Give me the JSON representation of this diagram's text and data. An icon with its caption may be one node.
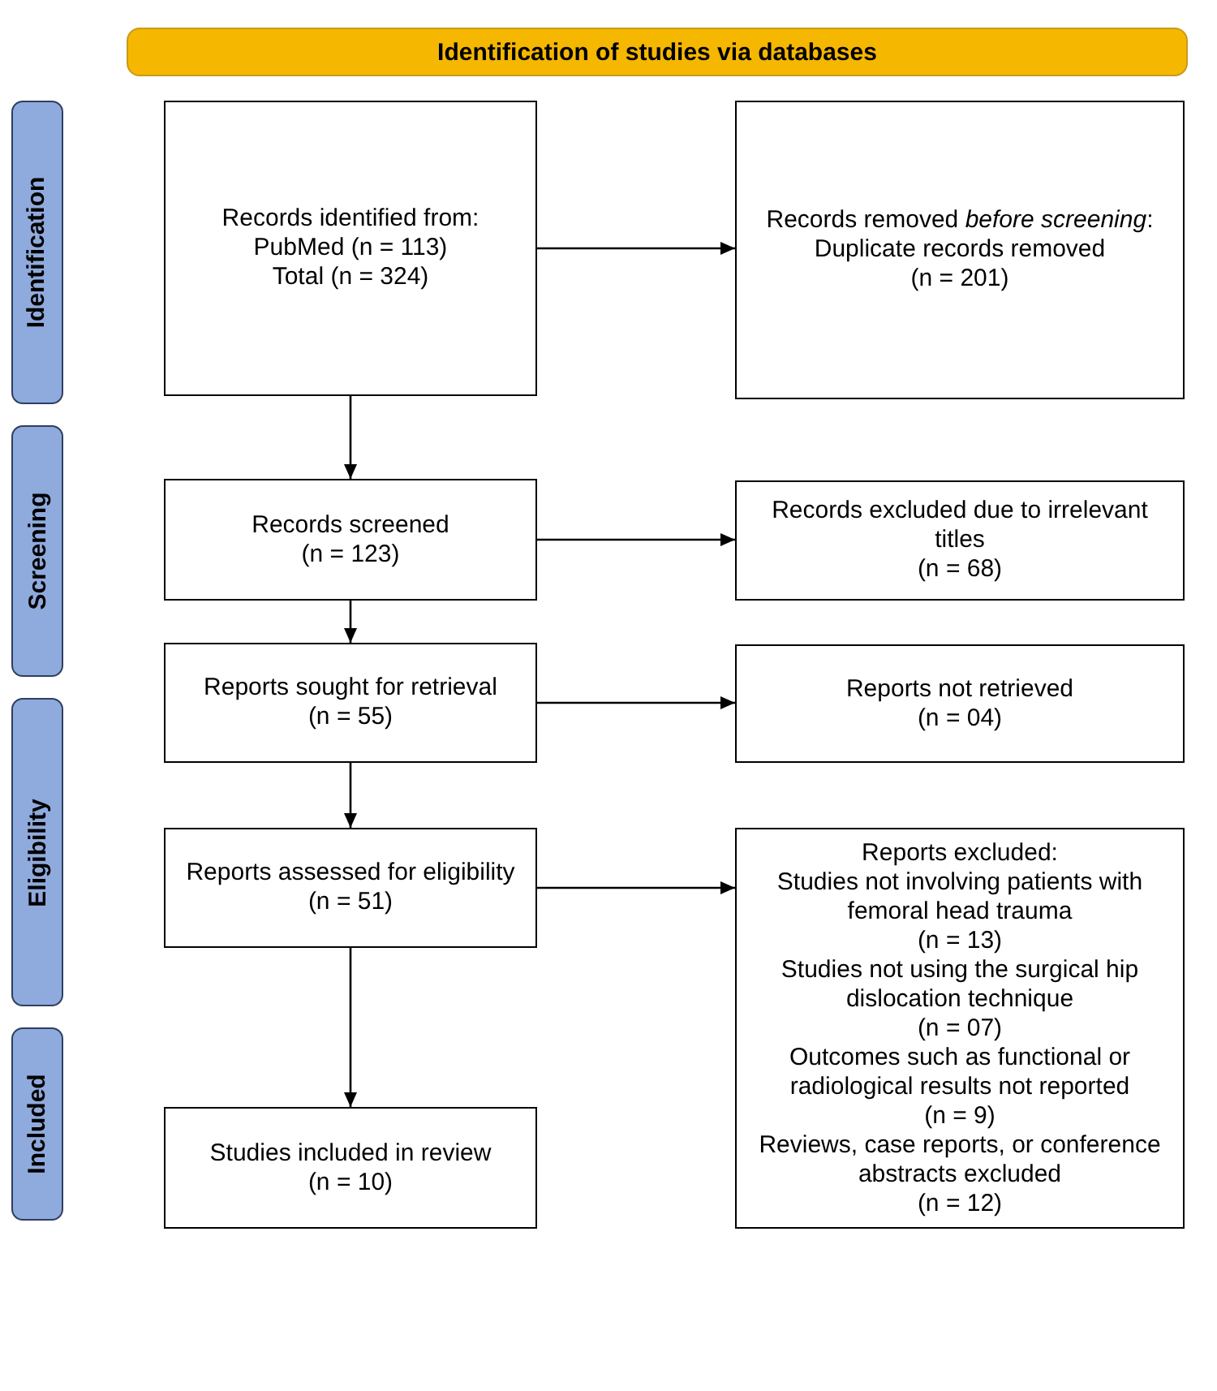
{
  "diagram": {
    "nodes": [
      {
        "text": [
          "Identification of studies via databases"
        ]
      },
      {
        "text": [
          "Identification"
        ]
      },
      {
        "text": [
          "Screening"
        ]
      },
      {
        "text": [
          "Eligibility"
        ]
      },
      {
        "text": [
          "Included"
        ]
      },
      {
        "text": [
          "Records identified from:",
          "PubMed (n = 113)",
          "Total (n = 324)"
        ]
      },
      {
        "text": [
          "Records removed *before screening*:",
          "Duplicate records removed",
          "(n = 201)"
        ]
      },
      {
        "text": [
          "Records screened",
          "(n = 123)"
        ]
      },
      {
        "text": [
          "Records excluded due to irrelevant titles",
          "(n = 68)"
        ]
      },
      {
        "text": [
          "Reports sought for retrieval",
          "(n = 55)"
        ]
      },
      {
        "text": [
          "Reports not retrieved",
          "(n = 04)"
        ]
      },
      {
        "text": [
          "Reports assessed for eligibility",
          "(n = 51)"
        ]
      },
      {
        "text": [
          "Reports excluded:",
          "Studies not involving patients with femoral head trauma",
          "(n = 13)",
          "Studies not using the surgical hip dislocation technique",
          "(n = 07)",
          "Outcomes such as functional or radiological results not reported",
          "(n = 9)",
          "Reviews, case reports, or conference abstracts excluded",
          "(n = 12)"
        ]
      },
      {
        "text": [
          "Studies included in review",
          "(n = 10)"
        ]
      }
    ],
    "edges": [
      {
        "from": 5,
        "to": 6,
        "arrow": "to"
      },
      {
        "from": 5,
        "to": 7,
        "arrow": "to"
      },
      {
        "from": 7,
        "to": 8,
        "arrow": "to"
      },
      {
        "from": 7,
        "to": 9,
        "arrow": "to"
      },
      {
        "from": 9,
        "to": 10,
        "arrow": "to"
      },
      {
        "from": 9,
        "to": 11,
        "arrow": "to"
      },
      {
        "from": 11,
        "to": 12,
        "arrow": "to"
      },
      {
        "from": 11,
        "to": 13,
        "arrow": "to"
      }
    ]
  }
}
